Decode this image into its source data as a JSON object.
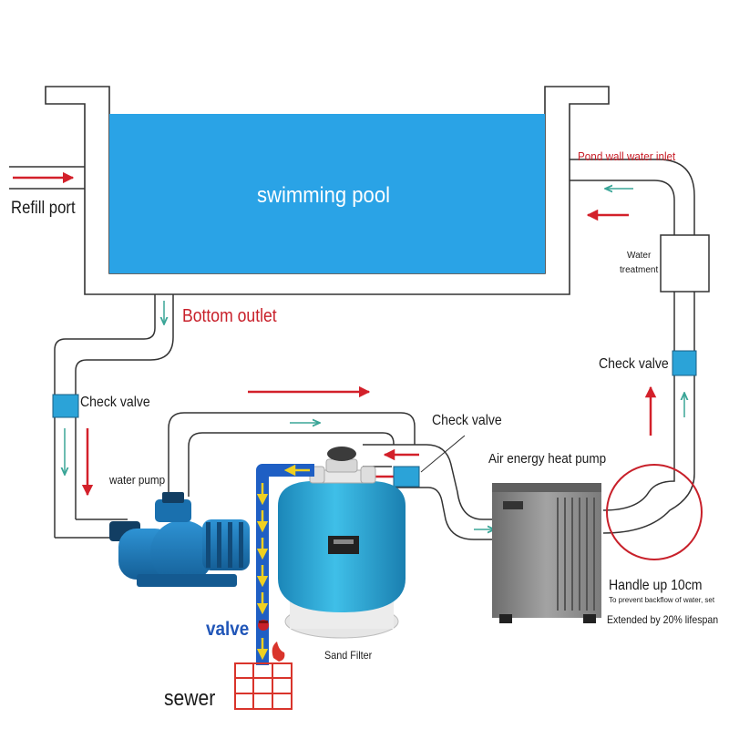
{
  "labels": {
    "pool": "swimming pool",
    "refill_port": "Refill port",
    "bottom_outlet": "Bottom outlet",
    "wall_inlet": "Pond wall water inlet",
    "water_treatment_line1": "Water",
    "water_treatment_line2": "treatment",
    "check_valve_left": "Check valve",
    "check_valve_mid": "Check valve",
    "check_valve_right": "Check valve",
    "water_pump": "water pump",
    "heat_pump": "Air energy heat pump",
    "handle_up": "Handle up 10cm",
    "prevent_backflow": "To prevent backflow of water, set",
    "lifespan": "Extended by 20% lifespan",
    "valve": "valve",
    "sand_filter": "Sand Filter",
    "sewer": "sewer"
  },
  "colors": {
    "pool_water": "#2aa3e6",
    "pipe_outline": "#333333",
    "flow_arrow_red": "#d3202a",
    "flow_arrow_teal": "#3aa597",
    "label_red": "#c8202a",
    "label_blue": "#2156b8",
    "drain_pipe_blue": "#1f5fc4",
    "drain_arrow_yellow": "#f0d020",
    "check_valve_box": "#2ba3d8",
    "pump_body": "#1f7fc0",
    "filter_tank": "#2aa9d9",
    "heat_pump_body": "#8a8a8a",
    "sewer_grate": "#d9342b"
  },
  "icons": [
    "sewer-grate-icon",
    "valve-handle-icon"
  ]
}
